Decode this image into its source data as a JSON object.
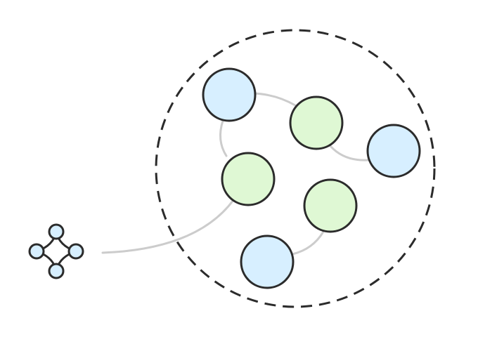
{
  "diagram": {
    "colors": {
      "background": "#ffffff",
      "outline": "#2b2b2b",
      "edge": "#cccccc",
      "blue_fill": "#d7efff",
      "green_fill": "#dff8d4"
    },
    "nodes": [
      {
        "id": "n1",
        "kind": "blue"
      },
      {
        "id": "n2",
        "kind": "green"
      },
      {
        "id": "n3",
        "kind": "blue"
      },
      {
        "id": "n4",
        "kind": "green"
      },
      {
        "id": "n5",
        "kind": "green"
      },
      {
        "id": "n6",
        "kind": "blue"
      }
    ],
    "edges": [
      [
        "n1",
        "n2"
      ],
      [
        "n1",
        "n4"
      ],
      [
        "n2",
        "n3"
      ],
      [
        "n5",
        "n6"
      ],
      [
        "hub",
        "n4"
      ]
    ],
    "hub": {
      "icon": "network-hub-icon",
      "satellites": 4
    },
    "boundary": {
      "style": "dashed"
    }
  }
}
